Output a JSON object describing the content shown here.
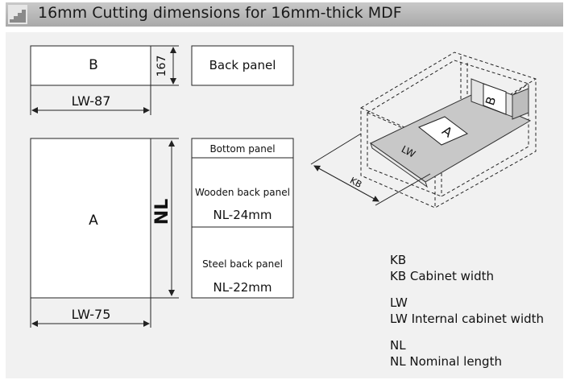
{
  "header": {
    "title": "16mm  Cutting dimensions for 16mm-thick MDF"
  },
  "diagram": {
    "panel_b": {
      "label": "B",
      "width_label": "LW-87",
      "height_label": "167"
    },
    "back_panel_label": "Back panel",
    "panel_a": {
      "label": "A",
      "width_label": "LW-75",
      "height_label": "NL"
    },
    "bottom_panel_label": "Bottom panel",
    "wooden_back": {
      "label": "Wooden back panel",
      "value": "NL-24mm"
    },
    "steel_back": {
      "label": "Steel back panel",
      "value": "NL-22mm"
    },
    "iso": {
      "b": "B",
      "a": "A",
      "lw": "LW",
      "kb": "KB"
    }
  },
  "legend": [
    {
      "code": "KB",
      "description": "KB Cabinet width"
    },
    {
      "code": "LW",
      "description": "LW Internal cabinet width"
    },
    {
      "code": "NL",
      "description": "NL Nominal length"
    }
  ],
  "colors": {
    "header_bg": "#b4b4b4",
    "panel_bg": "#f1f1f1",
    "line": "#222222",
    "drawer_fill": "#c8c8c8"
  }
}
